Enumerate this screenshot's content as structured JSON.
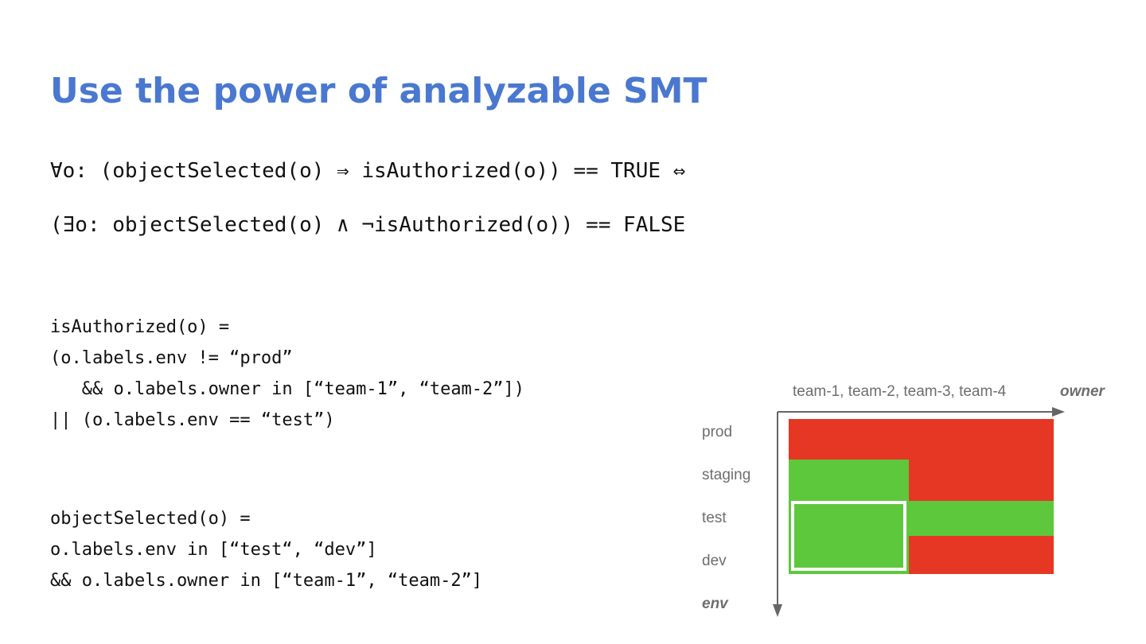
{
  "title": "Use the power of analyzable SMT",
  "formulas": [
    "∀o: (objectSelected(o) ⇒ isAuthorized(o)) == TRUE ⇔",
    "(∃o: objectSelected(o) ∧ ¬isAuthorized(o)) == FALSE"
  ],
  "is_authorized_code": [
    "isAuthorized(o) =",
    "(o.labels.env != “prod”",
    "   && o.labels.owner in [“team-1”, “team-2”])",
    "|| (o.labels.env == “test”)"
  ],
  "object_selected_code": [
    "objectSelected(o) =",
    "o.labels.env in [“test“, “dev”]",
    "&& o.labels.owner in [“team-1”, “team-2”]"
  ],
  "diagram": {
    "owner_ticks": "team-1, team-2, team-3, team-4",
    "owner_axis_label": "owner",
    "env_axis_label": "env",
    "rows": [
      "prod",
      "staging",
      "test",
      "dev"
    ],
    "regions": [
      {
        "name": "prod-all-owners",
        "status": "unauthorized",
        "color": "#e63624"
      },
      {
        "name": "staging-team-1-2",
        "status": "authorized",
        "color": "#5ec83c"
      },
      {
        "name": "staging-team-3-4",
        "status": "unauthorized",
        "color": "#e63624"
      },
      {
        "name": "test-all-owners",
        "status": "authorized",
        "color": "#5ec83c"
      },
      {
        "name": "dev-team-1-2",
        "status": "authorized",
        "color": "#5ec83c"
      },
      {
        "name": "dev-team-3-4",
        "status": "unauthorized",
        "color": "#e63624"
      }
    ],
    "selection": {
      "envs": [
        "test",
        "dev"
      ],
      "owners": [
        "team-1",
        "team-2"
      ],
      "outline_color": "#ffffff"
    },
    "axis_color": "#666666"
  }
}
